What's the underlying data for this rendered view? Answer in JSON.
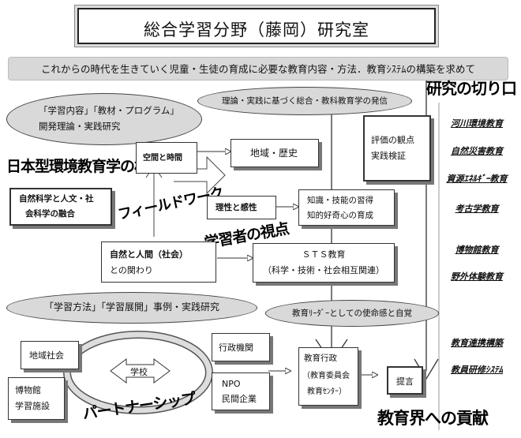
{
  "title": "総合学習分野（藤岡）研究室",
  "banner": "これからの時代を生きていく児童・生徒の育成に必要な教育内容・方法．教育ｼｽﾃﾑの構築を求めて",
  "overlays": {
    "research_entry": "研究の切り口",
    "japan_env": "日本型環境教育学の構築",
    "fieldwork": "フィールドワーク",
    "learner_view": "学習者の視点",
    "partnership": "パートナーシップ",
    "contribution": "教育界への貢献"
  },
  "clouds": {
    "theory_practice": "理論・実践に基づく総合・教科教育学の発信",
    "content_cloud": [
      "「学習内容」「教材・プログラム」",
      "開発理論・実践研究"
    ],
    "method_cloud": "「学習方法」「学習展開」事例・実践研究",
    "leader_cloud": "教育ﾘｰﾀﾞｰとしての使命感と自覚"
  },
  "boxes": {
    "space_time": "空間と時間",
    "region_history": "地域・歴史",
    "nat_soc": [
      "自然科学と人文・社",
      "会科学の融合"
    ],
    "reason_sense": "理性と感性",
    "knowledge": [
      "知識・技能の習得",
      "知的好奇心の育成"
    ],
    "nature_human": [
      "自然と人間（社会）",
      "との関わり"
    ],
    "sts": [
      "ＳＴＳ教育",
      "（科学・技術・社会相互関連）"
    ],
    "evaluation": [
      "評価の観点",
      "実践検証"
    ],
    "local_society": "地域社会",
    "school": "学校",
    "museum": [
      "博物館",
      "学習施設"
    ],
    "admin": "行政機関",
    "npo": [
      "NPO",
      "民間企業"
    ],
    "edu_admin": [
      "教育行政",
      "（教育委員会",
      "教育ｾﾝﾀｰ）"
    ],
    "proposal": "提言"
  },
  "right_column": [
    "河川環境教育",
    "自然災害教育",
    "資源ｴﾈﾙｷﾞｰ教育",
    "考古学教育",
    "博物館教育",
    "野外体験教育",
    "教育連携構築",
    "教員研修ｼｽﾃﾑ"
  ]
}
